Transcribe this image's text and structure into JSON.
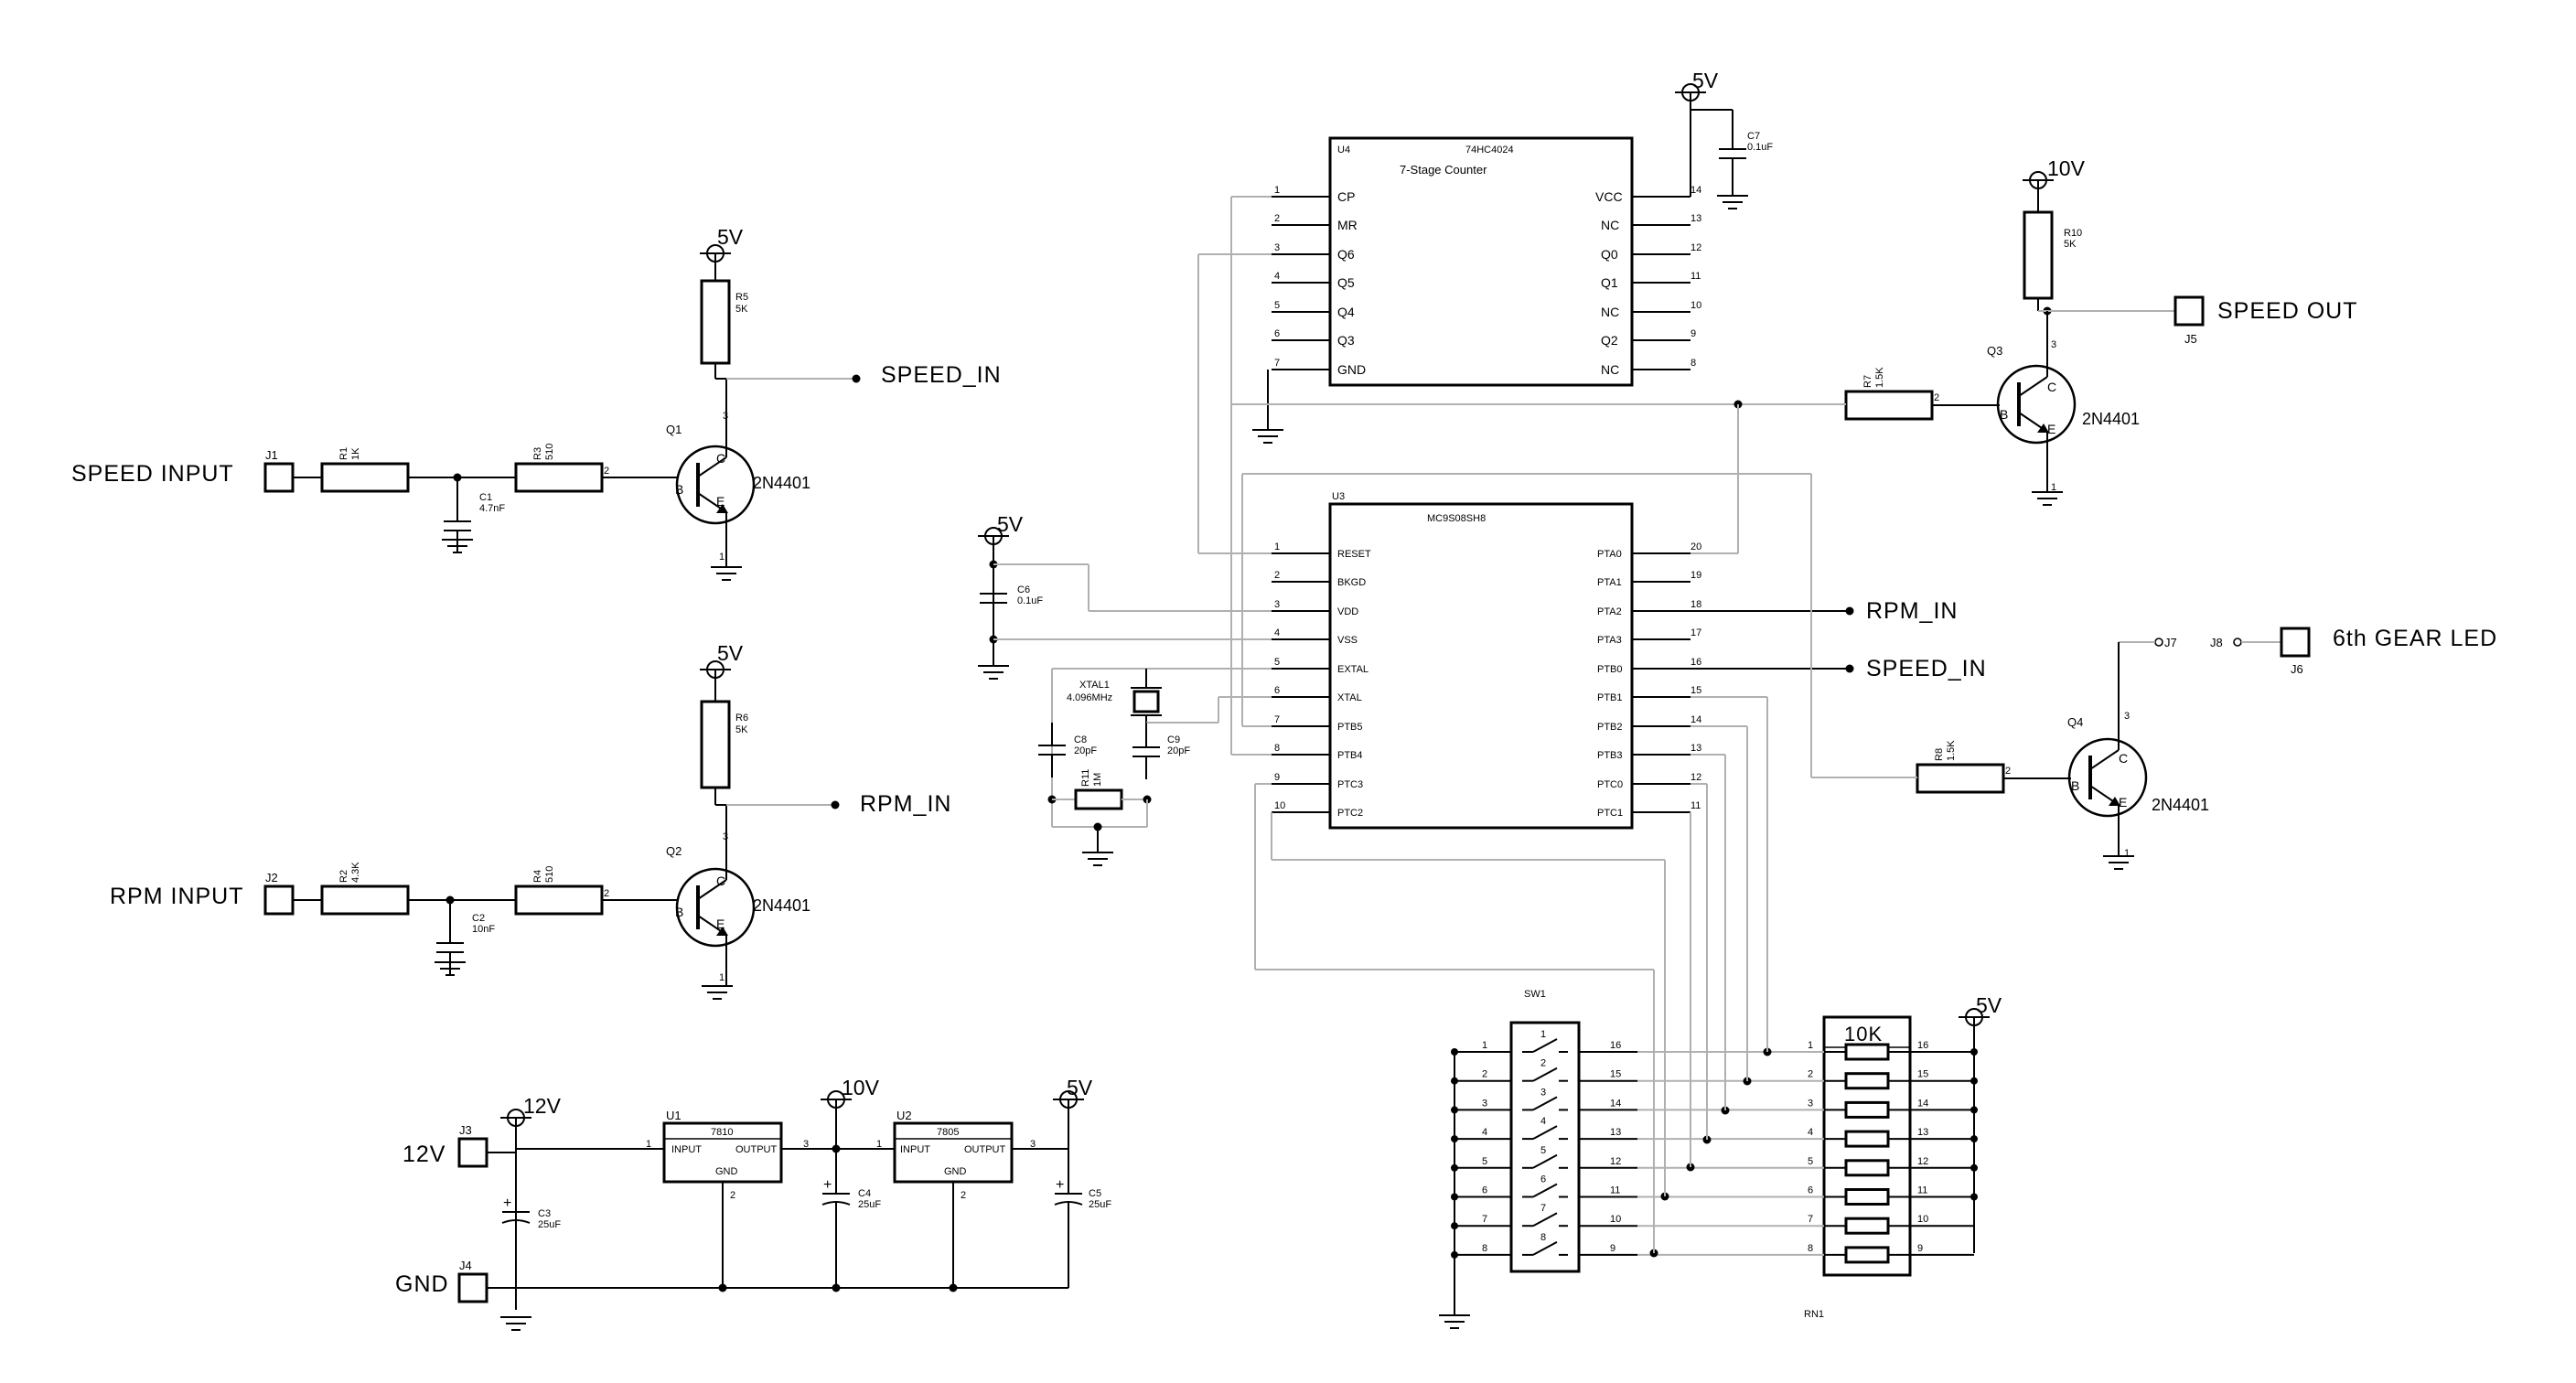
{
  "nets": {
    "speed_input": "SPEED INPUT",
    "rpm_input": "RPM INPUT",
    "speed_in_q1": "SPEED_IN",
    "rpm_in_q2": "RPM_IN",
    "rpm_in_u3": "RPM_IN",
    "speed_in_u3": "SPEED_IN",
    "speed_out": "SPEED OUT",
    "sixth_gear": "6th GEAR LED",
    "v12_label": "12V",
    "gnd_label": "GND"
  },
  "power": {
    "r5": "5V",
    "r6": "5V",
    "u4": "5V",
    "r10": "10V",
    "u3": "5V",
    "rn1": "5V",
    "u1_in": "12V",
    "u1_out": "10V",
    "u2_out": "5V"
  },
  "connectors": {
    "j1": "J1",
    "j2": "J2",
    "j3": "J3",
    "j4": "J4",
    "j5": "J5",
    "j6": "J6",
    "j7": "J7",
    "j8": "J8"
  },
  "resistors": {
    "r1": {
      "ref": "R1",
      "value": "1K"
    },
    "r2": {
      "ref": "R2",
      "value": "4.3K"
    },
    "r3": {
      "ref": "R3",
      "value": "510"
    },
    "r4": {
      "ref": "R4",
      "value": "510"
    },
    "r5": {
      "ref": "R5",
      "value": "5K"
    },
    "r6": {
      "ref": "R6",
      "value": "5K"
    },
    "r7": {
      "ref": "R7",
      "value": "1.5K"
    },
    "r8": {
      "ref": "R8",
      "value": "1.5K"
    },
    "r10": {
      "ref": "R10",
      "value": "5K"
    },
    "r11": {
      "ref": "R11",
      "value": "1M"
    }
  },
  "capacitors": {
    "c1": {
      "ref": "C1",
      "value": "4.7nF"
    },
    "c2": {
      "ref": "C2",
      "value": "10nF"
    },
    "c3": {
      "ref": "C3",
      "value": "25uF"
    },
    "c4": {
      "ref": "C4",
      "value": "25uF"
    },
    "c5": {
      "ref": "C5",
      "value": "25uF"
    },
    "c6": {
      "ref": "C6",
      "value": "0.1uF"
    },
    "c7": {
      "ref": "C7",
      "value": "0.1uF"
    },
    "c8": {
      "ref": "C8",
      "value": "20pF"
    },
    "c9": {
      "ref": "C9",
      "value": "20pF"
    }
  },
  "crystal": {
    "ref": "XTAL1",
    "value": "4.096MHz"
  },
  "transistors": {
    "q1": {
      "ref": "Q1",
      "part": "2N4401"
    },
    "q2": {
      "ref": "Q2",
      "part": "2N4401"
    },
    "q3": {
      "ref": "Q3",
      "part": "2N4401"
    },
    "q4": {
      "ref": "Q4",
      "part": "2N4401"
    },
    "pin_b": "B",
    "pin_c": "C",
    "pin_e": "E",
    "pin_num_1": "1",
    "pin_num_2": "2",
    "pin_num_3": "3"
  },
  "regulators": {
    "u1": {
      "ref": "U1",
      "part": "7810",
      "input": "INPUT",
      "output": "OUTPUT",
      "gnd": "GND",
      "pin_in": "1",
      "pin_out": "3",
      "pin_gnd": "2"
    },
    "u2": {
      "ref": "U2",
      "part": "7805",
      "input": "INPUT",
      "output": "OUTPUT",
      "gnd": "GND",
      "pin_in": "1",
      "pin_out": "3",
      "pin_gnd": "2"
    }
  },
  "u4": {
    "ref": "U4",
    "part": "74HC4024",
    "desc": "7-Stage Counter",
    "left_pins": [
      {
        "num": "1",
        "name": "CP"
      },
      {
        "num": "2",
        "name": "MR"
      },
      {
        "num": "3",
        "name": "Q6"
      },
      {
        "num": "4",
        "name": "Q5"
      },
      {
        "num": "5",
        "name": "Q4"
      },
      {
        "num": "6",
        "name": "Q3"
      },
      {
        "num": "7",
        "name": "GND"
      }
    ],
    "right_pins": [
      {
        "num": "14",
        "name": "VCC"
      },
      {
        "num": "13",
        "name": "NC"
      },
      {
        "num": "12",
        "name": "Q0"
      },
      {
        "num": "11",
        "name": "Q1"
      },
      {
        "num": "10",
        "name": "NC"
      },
      {
        "num": "9",
        "name": "Q2"
      },
      {
        "num": "8",
        "name": "NC"
      }
    ]
  },
  "u3": {
    "ref": "U3",
    "part": "MC9S08SH8",
    "left_pins": [
      {
        "num": "1",
        "name": "RESET"
      },
      {
        "num": "2",
        "name": "BKGD"
      },
      {
        "num": "3",
        "name": "VDD"
      },
      {
        "num": "4",
        "name": "VSS"
      },
      {
        "num": "5",
        "name": "EXTAL"
      },
      {
        "num": "6",
        "name": "XTAL"
      },
      {
        "num": "7",
        "name": "PTB5"
      },
      {
        "num": "8",
        "name": "PTB4"
      },
      {
        "num": "9",
        "name": "PTC3"
      },
      {
        "num": "10",
        "name": "PTC2"
      }
    ],
    "right_pins": [
      {
        "num": "20",
        "name": "PTA0"
      },
      {
        "num": "19",
        "name": "PTA1"
      },
      {
        "num": "18",
        "name": "PTA2"
      },
      {
        "num": "17",
        "name": "PTA3"
      },
      {
        "num": "16",
        "name": "PTB0"
      },
      {
        "num": "15",
        "name": "PTB1"
      },
      {
        "num": "14",
        "name": "PTB2"
      },
      {
        "num": "13",
        "name": "PTB3"
      },
      {
        "num": "12",
        "name": "PTC0"
      },
      {
        "num": "11",
        "name": "PTC1"
      }
    ]
  },
  "sw1": {
    "ref": "SW1",
    "left_pins": [
      "1",
      "2",
      "3",
      "4",
      "5",
      "6",
      "7",
      "8"
    ],
    "right_pins": [
      "16",
      "15",
      "14",
      "13",
      "12",
      "11",
      "10",
      "9"
    ]
  },
  "rn1": {
    "ref": "RN1",
    "value": "10K",
    "left_pins": [
      "1",
      "2",
      "3",
      "4",
      "5",
      "6",
      "7",
      "8"
    ],
    "right_pins": [
      "16",
      "15",
      "14",
      "13",
      "12",
      "11",
      "10",
      "9"
    ]
  }
}
